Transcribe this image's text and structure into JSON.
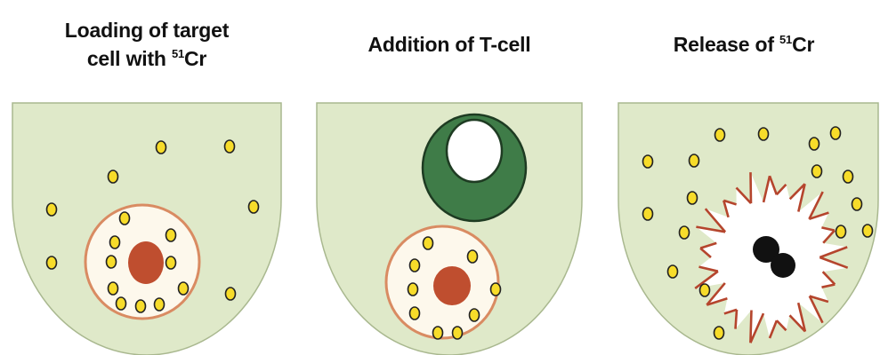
{
  "panels": [
    {
      "title_line1": "Loading of target",
      "title_line2_prefix": "cell with ",
      "isotope_mass": "51",
      "isotope_symbol": "Cr"
    },
    {
      "title_line1": "Addition of T-cell"
    },
    {
      "title_prefix": "Release of ",
      "isotope_mass": "51",
      "isotope_symbol": "Cr"
    }
  ],
  "colors": {
    "well_fill": "#dfe9c9",
    "well_stroke": "#a9b88f",
    "target_cell_membrane": "#d98b62",
    "target_cell_fill": "#fdf8ec",
    "nucleus": "#bf4e2f",
    "chromium_dot_fill": "#f7dc2a",
    "chromium_dot_stroke": "#222222",
    "t_cell_fill": "#3f7c48",
    "t_cell_stroke": "#1e3b22",
    "lysed_membrane": "#b5452d",
    "fragmented_nucleus": "#111111"
  }
}
